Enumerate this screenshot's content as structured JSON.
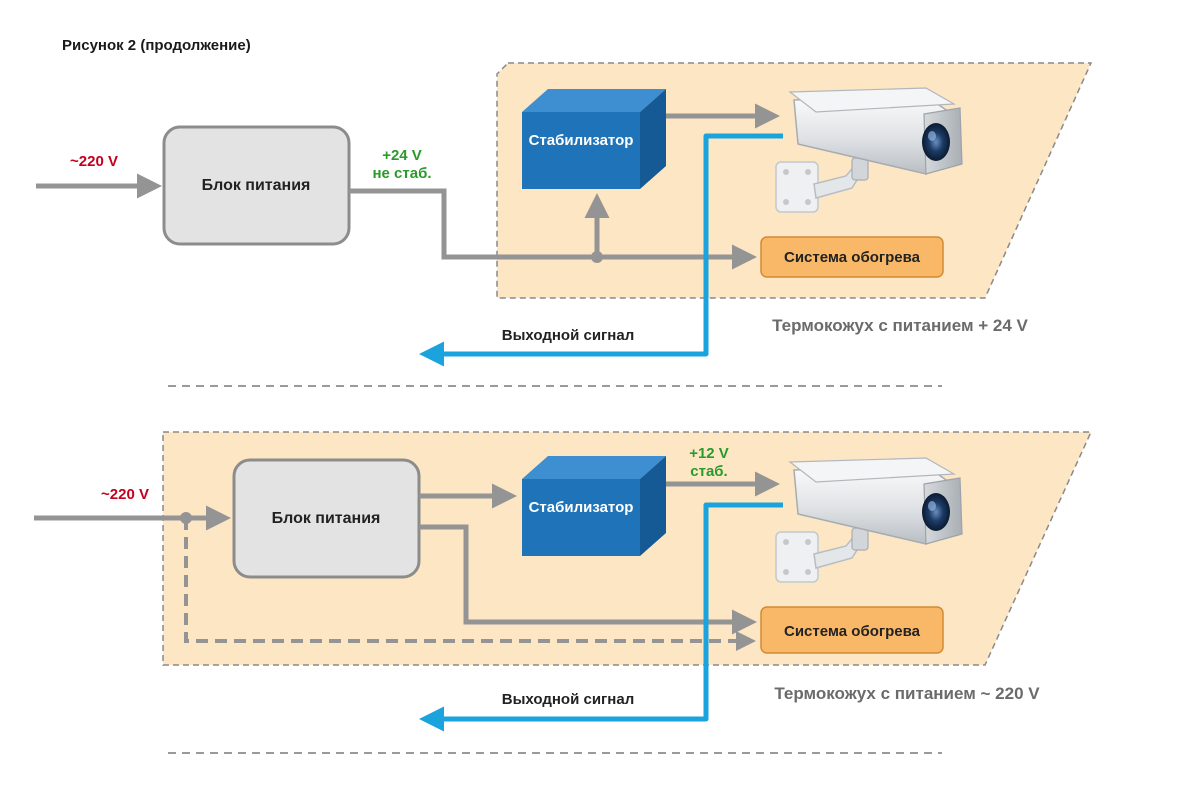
{
  "figure_title": "Рисунок 2 (продолжение)",
  "colors": {
    "housing_fill": "#fde6c4",
    "housing_stroke": "#8a8a8a",
    "psu_fill": "#e3e3e3",
    "psu_stroke": "#8c8c8c",
    "stabilizer_front": "#1f73b8",
    "stabilizer_top": "#3d8fd2",
    "stabilizer_side": "#155a94",
    "heater_fill": "#f9b868",
    "wire": "#949494",
    "signal": "#1aa3dc",
    "voltage_red": "#c4001c",
    "voltage_green": "#2a9a2a",
    "caption_gray": "#6b6b6b"
  },
  "diagram_top": {
    "input_voltage": "~220 V",
    "psu_label": "Блок питания",
    "psu_output_voltage": "+24 V",
    "psu_output_note": "не стаб.",
    "stabilizer_label": "Стабилизатор",
    "heater_label": "Система обогрева",
    "output_signal_label": "Выходной сигнал",
    "housing_caption": "Термокожух с питанием + 24 V",
    "camera_icon": "cctv-camera-icon"
  },
  "diagram_bottom": {
    "input_voltage": "~220 V",
    "psu_label": "Блок питания",
    "stabilizer_output_voltage": "+12 V",
    "stabilizer_output_note": "стаб.",
    "stabilizer_label": "Стабилизатор",
    "heater_label": "Система обогрева",
    "output_signal_label": "Выходной сигнал",
    "housing_caption": "Термокожух с питанием ~ 220 V",
    "camera_icon": "cctv-camera-icon"
  }
}
